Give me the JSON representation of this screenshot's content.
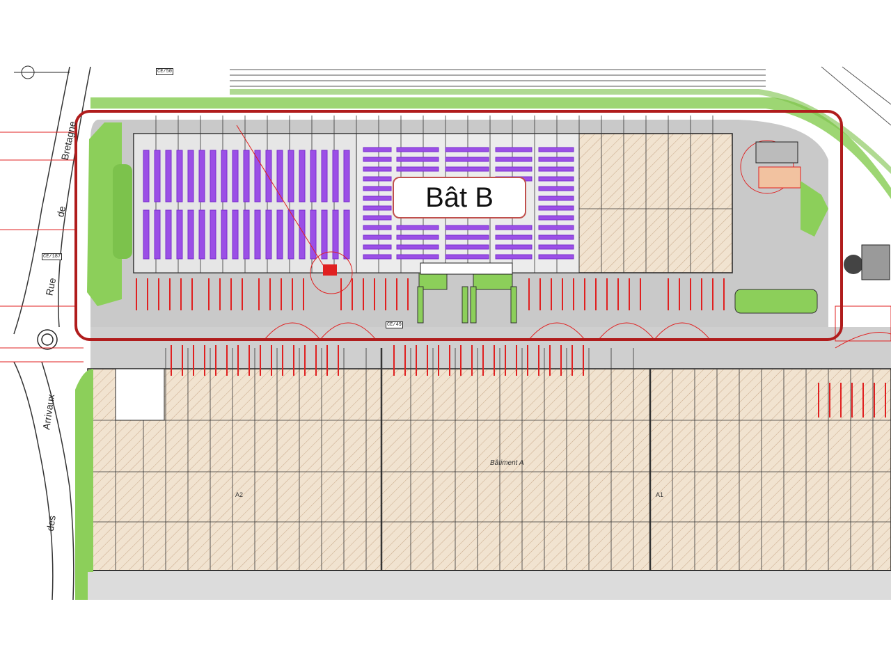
{
  "callout": {
    "label": "Bât B"
  },
  "streets": {
    "rue": "Rue",
    "de": "de",
    "bretagne": "Bretagne",
    "des": "des",
    "arrivaux": "Arrivaux"
  },
  "plan": {
    "building_a_label": "Bâtiment A",
    "cell_a1": "A1",
    "cell_a2": "A2",
    "tag_ce50": "CE/50",
    "tag_ce187": "CE/187",
    "tag_ce49": "CE/49"
  },
  "colors": {
    "highlight": "#b01c1c",
    "greenery": "#8ccf5a",
    "roadway": "#c8c8c8",
    "building_fill": "#f0e2cf",
    "parking_purple": "#8a3fd8",
    "markings_red": "#e02020"
  }
}
